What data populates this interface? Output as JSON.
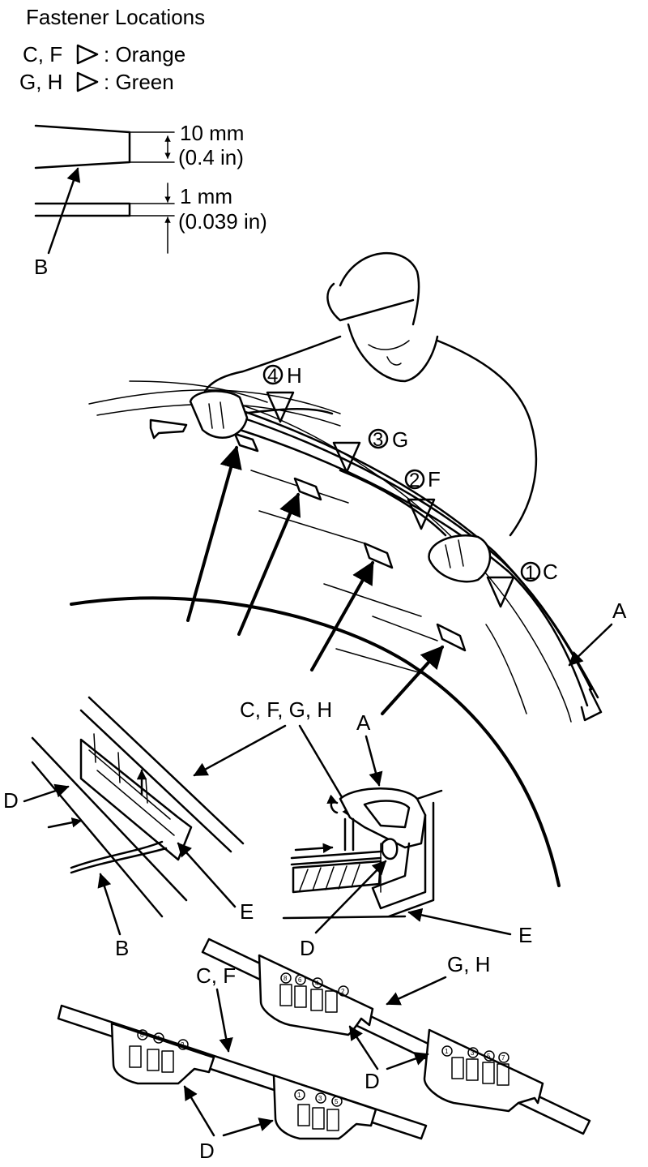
{
  "title": "Fastener Locations",
  "legend": {
    "cf_label": "C, F",
    "cf_color": ": Orange",
    "gh_label": "G, H",
    "gh_color": ": Green",
    "orange_hex": "#f28c28",
    "green_hex": "#2e9e45"
  },
  "dimensions": {
    "gap_mm": "10 mm",
    "gap_in": "(0.4 in)",
    "thick_mm": "1 mm",
    "thick_in": "(0.039 in)",
    "part_label": "B"
  },
  "main": {
    "markers": [
      {
        "num": "4",
        "letter": "H"
      },
      {
        "num": "3",
        "letter": "G"
      },
      {
        "num": "2",
        "letter": "F"
      },
      {
        "num": "1",
        "letter": "C"
      }
    ],
    "molding_label": "A"
  },
  "detail_left": {
    "d": "D",
    "e": "E",
    "b": "B"
  },
  "detail_center": {
    "fasteners": "C, F, G, H",
    "a": "A",
    "d": "D",
    "e": "E"
  },
  "strips": {
    "gh_label": "G, H",
    "cf_label": "C, F",
    "d_upper": "D",
    "d_lower": "D",
    "gh_left_nums": [
      "8",
      "6",
      "4",
      "2"
    ],
    "gh_right_nums": [
      "1",
      "3",
      "5",
      "7"
    ],
    "cf_left_nums": [
      "6",
      "4",
      "2"
    ],
    "cf_right_nums": [
      "1",
      "3",
      "5"
    ]
  }
}
